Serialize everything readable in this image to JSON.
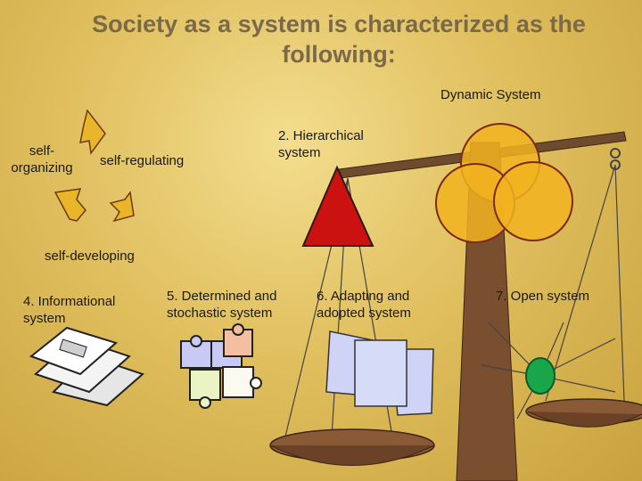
{
  "slide": {
    "title": "Society as a system is characterized as the following:",
    "labels": {
      "dynamic": "Dynamic System",
      "self_organizing": "self-organizing",
      "self_regulating": "self-regulating",
      "self_developing": "self-developing",
      "hierarchical": "2. Hierarchical system",
      "informational": "4. Informational system",
      "determined": "5. Determined and stochastic system",
      "adapting": "6. Adapting and adopted system",
      "open": "7. Open system"
    },
    "colors": {
      "arrow": "#e9b62a",
      "triangle": "#cc1111",
      "circle": "#f2b320",
      "balance": "#7a4a2a",
      "node": "#19a64a"
    },
    "icons": [
      "cycle-arrow-icon",
      "floppy-disks-icon",
      "puzzle-pieces-icon",
      "documents-icon",
      "network-node-icon",
      "balance-scale-icon"
    ]
  }
}
